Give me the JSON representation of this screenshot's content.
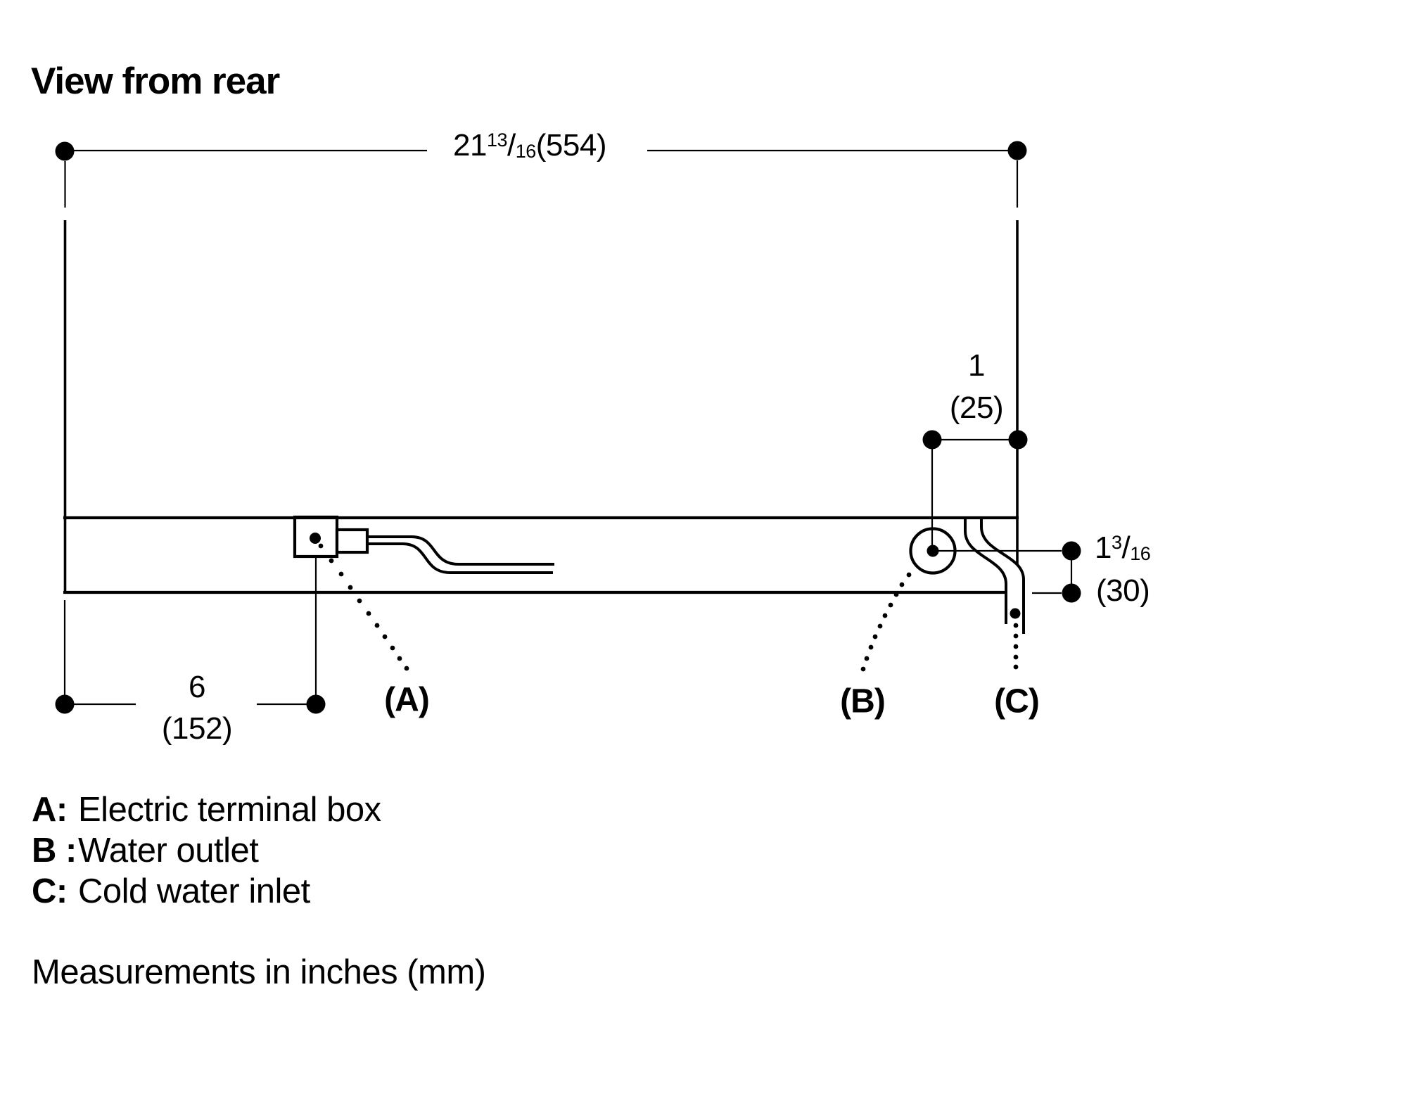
{
  "title": "View from rear",
  "dims": {
    "width": {
      "whole": "21",
      "num": "13",
      "slash": "/",
      "den": "16",
      "mm": "(554)"
    },
    "offset25": {
      "value": "1",
      "mm": "(25)"
    },
    "height30": {
      "whole": "1",
      "num": "3",
      "slash": "/",
      "den": "16",
      "mm": "(30)"
    },
    "offset152": {
      "value": "6",
      "mm": "(152)"
    }
  },
  "callouts": {
    "a": "(A)",
    "b": "(B)",
    "c": "(C)"
  },
  "legend": [
    {
      "key": "A:",
      "label": "Electric terminal box"
    },
    {
      "key": "B :",
      "label": "Water outlet"
    },
    {
      "key": "C:",
      "label": "Cold water inlet"
    }
  ],
  "footer": "Measurements in inches (mm)",
  "colors": {
    "ink": "#000000",
    "paper": "#ffffff"
  }
}
